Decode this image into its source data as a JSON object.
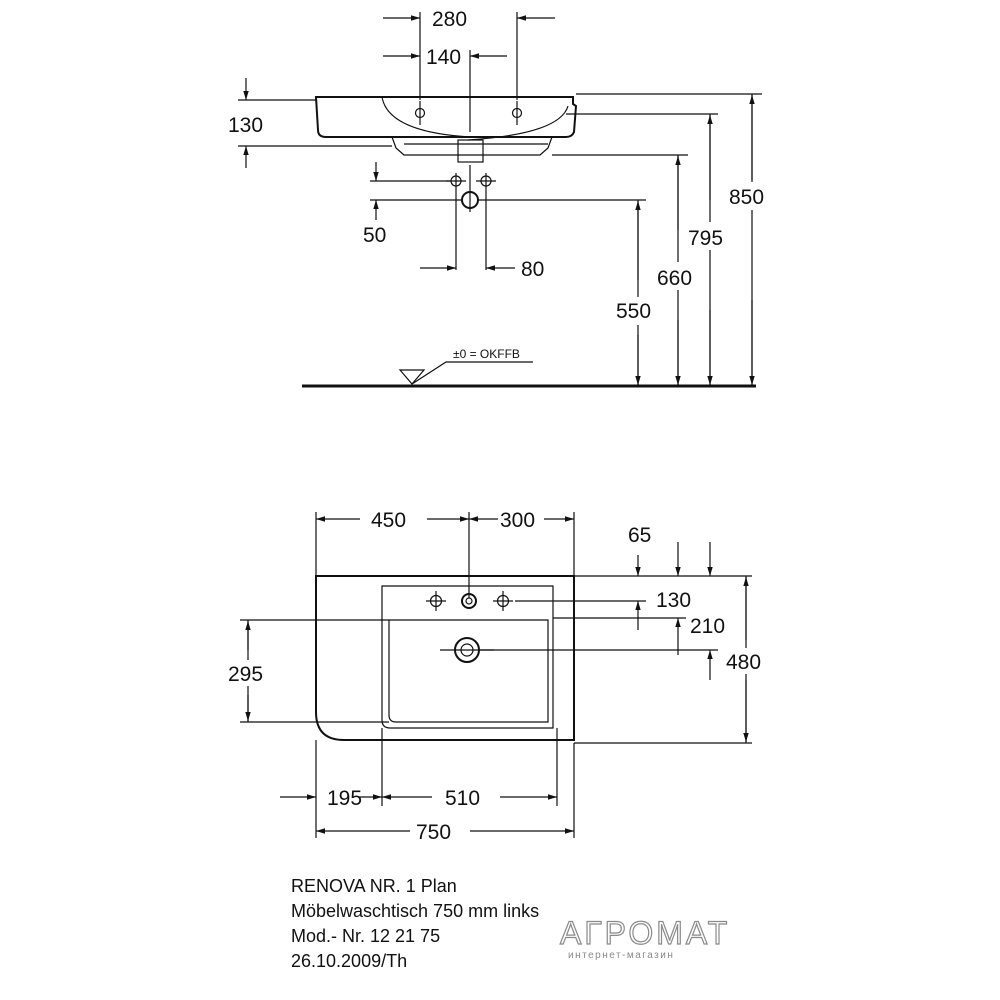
{
  "side_view": {
    "dims": {
      "d280": "280",
      "d140": "140",
      "d130": "130",
      "d850": "850",
      "d795": "795",
      "d660": "660",
      "d550": "550",
      "d50": "50",
      "d80": "80"
    },
    "floor_label": "±0 = OKFFB"
  },
  "top_view": {
    "dims": {
      "d450": "450",
      "d300": "300",
      "d65": "65",
      "d130": "130",
      "d210": "210",
      "d480": "480",
      "d295": "295",
      "d195": "195",
      "d510": "510",
      "d750": "750"
    }
  },
  "caption": {
    "line1": "RENOVA NR. 1 Plan",
    "line2": "Möbelwaschtisch 750 mm links",
    "line3": "Mod.- Nr. 12 21 75",
    "line4": "26.10.2009/Th"
  },
  "watermark": {
    "title": "АГРОМАТ",
    "subtitle": "интернет-магазин"
  }
}
